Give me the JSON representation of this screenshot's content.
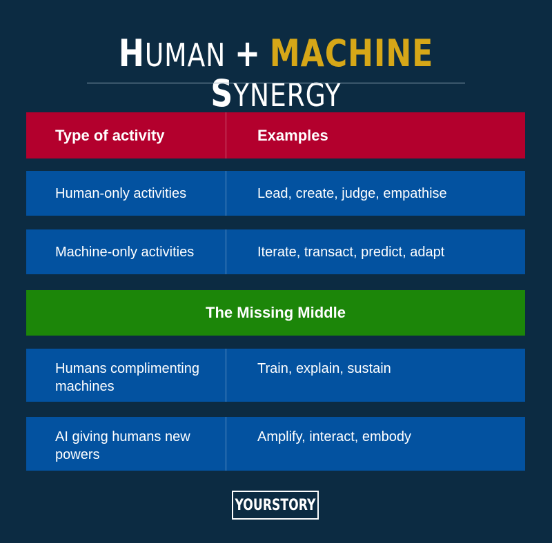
{
  "title": {
    "part1_cap": "H",
    "part1_rest": "UMAN",
    "plus": "+",
    "part2": "MACHINE",
    "part3_cap": "S",
    "part3_rest": "YNERGY"
  },
  "table": {
    "headers": [
      "Type of activity",
      "Examples"
    ],
    "rows_top": [
      [
        "Human-only activities",
        "Lead, create, judge, empathise"
      ],
      [
        "Machine-only activities",
        "Iterate, transact, predict, adapt"
      ]
    ],
    "section": "The Missing Middle",
    "rows_bottom": [
      [
        "Humans complimenting machines",
        "Train, explain, sustain"
      ],
      [
        "AI giving humans new powers",
        "Amplify, interact, embody"
      ]
    ]
  },
  "logo": "YOURSTORY",
  "colors": {
    "background": "#0c2b42",
    "header": "#b3002d",
    "row": "#0352a0",
    "section": "#1c8609",
    "accent": "#d6a718"
  }
}
